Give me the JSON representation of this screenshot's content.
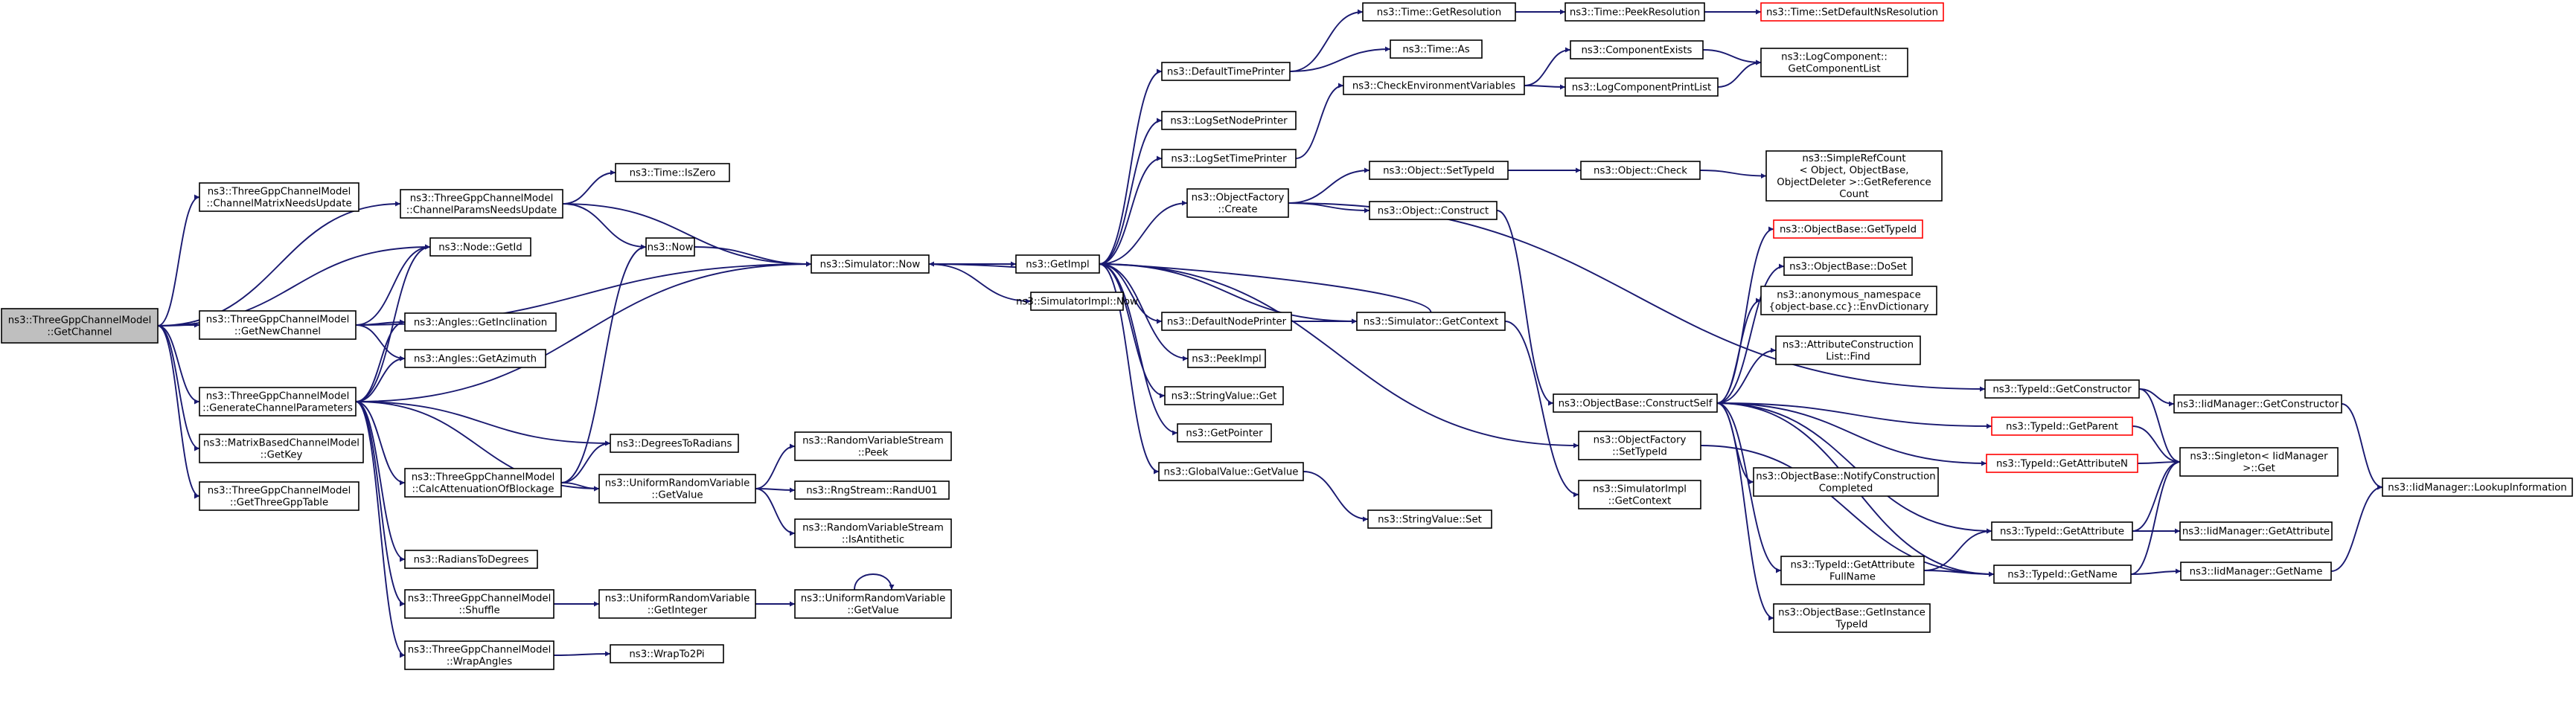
{
  "colors": {
    "edge": "#191970",
    "node_border": "#000000",
    "node_fill": "#ffffff",
    "root_fill": "#bfbfbf",
    "truncated_border": "#ff0000"
  },
  "diagram": {
    "type": "call-graph",
    "root": "n_getchannel",
    "nodes": [
      {
        "id": "n_getchannel",
        "lines": [
          "ns3::ThreeGppChannelModel",
          "::GetChannel"
        ],
        "style": "root"
      },
      {
        "id": "n_chmatrix",
        "lines": [
          "ns3::ThreeGppChannelModel",
          "::ChannelMatrixNeedsUpdate"
        ]
      },
      {
        "id": "n_chparams",
        "lines": [
          "ns3::ThreeGppChannelModel",
          "::ChannelParamsNeedsUpdate"
        ]
      },
      {
        "id": "n_iszero",
        "lines": [
          "ns3::Time::IsZero"
        ]
      },
      {
        "id": "n_nodegetid",
        "lines": [
          "ns3::Node::GetId"
        ]
      },
      {
        "id": "n_now",
        "lines": [
          "ns3::Now"
        ]
      },
      {
        "id": "n_simnow",
        "lines": [
          "ns3::Simulator::Now"
        ]
      },
      {
        "id": "n_getnewchannel",
        "lines": [
          "ns3::ThreeGppChannelModel",
          "::GetNewChannel"
        ]
      },
      {
        "id": "n_getincl",
        "lines": [
          "ns3::Angles::GetInclination"
        ]
      },
      {
        "id": "n_getazim",
        "lines": [
          "ns3::Angles::GetAzimuth"
        ]
      },
      {
        "id": "n_genparams",
        "lines": [
          "ns3::ThreeGppChannelModel",
          "::GenerateChannelParameters"
        ]
      },
      {
        "id": "n_getkey",
        "lines": [
          "ns3::MatrixBasedChannelModel",
          "::GetKey"
        ]
      },
      {
        "id": "n_getthreegpp",
        "lines": [
          "ns3::ThreeGppChannelModel",
          "::GetThreeGppTable"
        ]
      },
      {
        "id": "n_deg2rad",
        "lines": [
          "ns3::DegreesToRadians"
        ]
      },
      {
        "id": "n_calcatten",
        "lines": [
          "ns3::ThreeGppChannelModel",
          "::CalcAttenuationOfBlockage"
        ]
      },
      {
        "id": "n_rad2deg",
        "lines": [
          "ns3::RadiansToDegrees"
        ]
      },
      {
        "id": "n_shuffle",
        "lines": [
          "ns3::ThreeGppChannelModel",
          "::Shuffle"
        ]
      },
      {
        "id": "n_wrapangles",
        "lines": [
          "ns3::ThreeGppChannelModel",
          "::WrapAngles"
        ]
      },
      {
        "id": "n_urvgetvalue",
        "lines": [
          "ns3::UniformRandomVariable",
          "::GetValue"
        ]
      },
      {
        "id": "n_peek",
        "lines": [
          "ns3::RandomVariableStream",
          "::Peek"
        ]
      },
      {
        "id": "n_randu01",
        "lines": [
          "ns3::RngStream::RandU01"
        ]
      },
      {
        "id": "n_isanti",
        "lines": [
          "ns3::RandomVariableStream",
          "::IsAntithetic"
        ]
      },
      {
        "id": "n_urvgetint",
        "lines": [
          "ns3::UniformRandomVariable",
          "::GetInteger"
        ]
      },
      {
        "id": "n_urvgetvalue2",
        "lines": [
          "ns3::UniformRandomVariable",
          "::GetValue"
        ]
      },
      {
        "id": "n_wrapto2pi",
        "lines": [
          "ns3::WrapTo2Pi"
        ]
      },
      {
        "id": "n_getimpl",
        "lines": [
          "ns3::GetImpl"
        ]
      },
      {
        "id": "n_simimplnow",
        "lines": [
          "ns3::SimulatorImpl::Now"
        ]
      },
      {
        "id": "n_deftimeprinter",
        "lines": [
          "ns3::DefaultTimePrinter"
        ]
      },
      {
        "id": "n_logsetnode",
        "lines": [
          "ns3::LogSetNodePrinter"
        ]
      },
      {
        "id": "n_logsettime",
        "lines": [
          "ns3::LogSetTimePrinter"
        ]
      },
      {
        "id": "n_objfactcreate",
        "lines": [
          "ns3::ObjectFactory",
          "::Create"
        ]
      },
      {
        "id": "n_defnodeprinter",
        "lines": [
          "ns3::DefaultNodePrinter"
        ]
      },
      {
        "id": "n_peekimpl",
        "lines": [
          "ns3::PeekImpl"
        ]
      },
      {
        "id": "n_strvalget",
        "lines": [
          "ns3::StringValue::Get"
        ]
      },
      {
        "id": "n_getpointer",
        "lines": [
          "ns3::GetPointer"
        ]
      },
      {
        "id": "n_gvgetvalue",
        "lines": [
          "ns3::GlobalValue::GetValue"
        ]
      },
      {
        "id": "n_timegetres",
        "lines": [
          "ns3::Time::GetResolution"
        ]
      },
      {
        "id": "n_timeas",
        "lines": [
          "ns3::Time::As"
        ]
      },
      {
        "id": "n_checkenv",
        "lines": [
          "ns3::CheckEnvironmentVariables"
        ]
      },
      {
        "id": "n_objsettypeid",
        "lines": [
          "ns3::Object::SetTypeId"
        ]
      },
      {
        "id": "n_objconstruct",
        "lines": [
          "ns3::Object::Construct"
        ]
      },
      {
        "id": "n_simgetcontext",
        "lines": [
          "ns3::Simulator::GetContext"
        ]
      },
      {
        "id": "n_strvalset",
        "lines": [
          "ns3::StringValue::Set"
        ]
      },
      {
        "id": "n_timepeekres",
        "lines": [
          "ns3::Time::PeekResolution"
        ]
      },
      {
        "id": "n_timesetdef",
        "lines": [
          "ns3::Time::SetDefaultNsResolution"
        ],
        "style": "truncated"
      },
      {
        "id": "n_compexists",
        "lines": [
          "ns3::ComponentExists"
        ]
      },
      {
        "id": "n_logcompprint",
        "lines": [
          "ns3::LogComponentPrintList"
        ]
      },
      {
        "id": "n_logcompget",
        "lines": [
          "ns3::LogComponent::",
          "GetComponentList"
        ]
      },
      {
        "id": "n_objcheck",
        "lines": [
          "ns3::Object::Check"
        ]
      },
      {
        "id": "n_simplerefcount",
        "lines": [
          "ns3::SimpleRefCount",
          "< Object, ObjectBase,",
          "ObjectDeleter >::GetReference",
          "Count"
        ]
      },
      {
        "id": "n_objbaseconstructself",
        "lines": [
          "ns3::ObjectBase::ConstructSelf"
        ]
      },
      {
        "id": "n_objbasegettypeid",
        "lines": [
          "ns3::ObjectBase::GetTypeId"
        ],
        "style": "truncated"
      },
      {
        "id": "n_objbasedoset",
        "lines": [
          "ns3::ObjectBase::DoSet"
        ]
      },
      {
        "id": "n_envdict",
        "lines": [
          "ns3::anonymous_namespace",
          "{object-base.cc}::EnvDictionary"
        ]
      },
      {
        "id": "n_attrconstrfind",
        "lines": [
          "ns3::AttributeConstruction",
          "List::Find"
        ]
      },
      {
        "id": "n_objfactsettypeid",
        "lines": [
          "ns3::ObjectFactory",
          "::SetTypeId"
        ]
      },
      {
        "id": "n_simimplgetctx",
        "lines": [
          "ns3::SimulatorImpl",
          "::GetContext"
        ]
      },
      {
        "id": "n_notifyconstr",
        "lines": [
          "ns3::ObjectBase::NotifyConstruction",
          "Completed"
        ]
      },
      {
        "id": "n_typeidgetattrfull",
        "lines": [
          "ns3::TypeId::GetAttribute",
          "FullName"
        ]
      },
      {
        "id": "n_objbasegetinst",
        "lines": [
          "ns3::ObjectBase::GetInstance",
          "TypeId"
        ]
      },
      {
        "id": "n_typeidgetconstructor",
        "lines": [
          "ns3::TypeId::GetConstructor"
        ]
      },
      {
        "id": "n_typeidgetparent",
        "lines": [
          "ns3::TypeId::GetParent"
        ],
        "style": "truncated"
      },
      {
        "id": "n_typeidgetattrn",
        "lines": [
          "ns3::TypeId::GetAttributeN"
        ],
        "style": "truncated"
      },
      {
        "id": "n_typeidgetattr",
        "lines": [
          "ns3::TypeId::GetAttribute"
        ]
      },
      {
        "id": "n_typeidgetname",
        "lines": [
          "ns3::TypeId::GetName"
        ]
      },
      {
        "id": "n_iidmgetconstructor",
        "lines": [
          "ns3::IidManager::GetConstructor"
        ]
      },
      {
        "id": "n_singletonget",
        "lines": [
          "ns3::Singleton< IidManager",
          ">::Get"
        ]
      },
      {
        "id": "n_iidmgetattr",
        "lines": [
          "ns3::IidManager::GetAttribute"
        ]
      },
      {
        "id": "n_iidmgetname",
        "lines": [
          "ns3::IidManager::GetName"
        ]
      },
      {
        "id": "n_iidmlookup",
        "lines": [
          "ns3::IidManager::LookupInformation"
        ]
      }
    ],
    "edges": [
      [
        "n_getchannel",
        "n_chmatrix"
      ],
      [
        "n_getchannel",
        "n_chparams"
      ],
      [
        "n_getchannel",
        "n_nodegetid"
      ],
      [
        "n_getchannel",
        "n_getnewchannel"
      ],
      [
        "n_getchannel",
        "n_genparams"
      ],
      [
        "n_getchannel",
        "n_getkey"
      ],
      [
        "n_getchannel",
        "n_getthreegpp"
      ],
      [
        "n_chparams",
        "n_iszero"
      ],
      [
        "n_chparams",
        "n_now"
      ],
      [
        "n_chparams",
        "n_simnow"
      ],
      [
        "n_getnewchannel",
        "n_nodegetid"
      ],
      [
        "n_getnewchannel",
        "n_simnow"
      ],
      [
        "n_getnewchannel",
        "n_getincl"
      ],
      [
        "n_getnewchannel",
        "n_getazim"
      ],
      [
        "n_genparams",
        "n_nodegetid"
      ],
      [
        "n_genparams",
        "n_getincl"
      ],
      [
        "n_genparams",
        "n_getazim"
      ],
      [
        "n_genparams",
        "n_simnow"
      ],
      [
        "n_genparams",
        "n_deg2rad"
      ],
      [
        "n_genparams",
        "n_calcatten"
      ],
      [
        "n_genparams",
        "n_urvgetvalue"
      ],
      [
        "n_genparams",
        "n_rad2deg"
      ],
      [
        "n_genparams",
        "n_shuffle"
      ],
      [
        "n_genparams",
        "n_wrapangles"
      ],
      [
        "n_calcatten",
        "n_now"
      ],
      [
        "n_calcatten",
        "n_deg2rad"
      ],
      [
        "n_calcatten",
        "n_urvgetvalue"
      ],
      [
        "n_now",
        "n_simnow"
      ],
      [
        "n_shuffle",
        "n_urvgetint"
      ],
      [
        "n_urvgetint",
        "n_urvgetvalue2"
      ],
      [
        "n_urvgetvalue2",
        "n_urvgetvalue2"
      ],
      [
        "n_wrapangles",
        "n_wrapto2pi"
      ],
      [
        "n_urvgetvalue",
        "n_peek"
      ],
      [
        "n_urvgetvalue",
        "n_randu01"
      ],
      [
        "n_urvgetvalue",
        "n_isanti"
      ],
      [
        "n_simnow",
        "n_getimpl"
      ],
      [
        "n_simnow",
        "n_simimplnow"
      ],
      [
        "n_getimpl",
        "n_simnow"
      ],
      [
        "n_getimpl",
        "n_deftimeprinter"
      ],
      [
        "n_getimpl",
        "n_logsetnode"
      ],
      [
        "n_getimpl",
        "n_logsettime"
      ],
      [
        "n_getimpl",
        "n_objfactcreate"
      ],
      [
        "n_getimpl",
        "n_defnodeprinter"
      ],
      [
        "n_getimpl",
        "n_peekimpl"
      ],
      [
        "n_getimpl",
        "n_strvalget"
      ],
      [
        "n_getimpl",
        "n_getpointer"
      ],
      [
        "n_getimpl",
        "n_gvgetvalue"
      ],
      [
        "n_getimpl",
        "n_simgetcontext"
      ],
      [
        "n_getimpl",
        "n_objfactsettypeid"
      ],
      [
        "n_deftimeprinter",
        "n_timegetres"
      ],
      [
        "n_deftimeprinter",
        "n_timeas"
      ],
      [
        "n_logsettime",
        "n_checkenv"
      ],
      [
        "n_objfactcreate",
        "n_objsettypeid"
      ],
      [
        "n_objfactcreate",
        "n_objconstruct"
      ],
      [
        "n_objfactcreate",
        "n_typeidgetconstructor"
      ],
      [
        "n_defnodeprinter",
        "n_simgetcontext"
      ],
      [
        "n_gvgetvalue",
        "n_strvalset"
      ],
      [
        "n_simgetcontext",
        "n_getimpl"
      ],
      [
        "n_simgetcontext",
        "n_simimplgetctx"
      ],
      [
        "n_timegetres",
        "n_timepeekres"
      ],
      [
        "n_timepeekres",
        "n_timesetdef"
      ],
      [
        "n_checkenv",
        "n_compexists"
      ],
      [
        "n_checkenv",
        "n_logcompprint"
      ],
      [
        "n_compexists",
        "n_logcompget"
      ],
      [
        "n_logcompprint",
        "n_logcompget"
      ],
      [
        "n_objsettypeid",
        "n_objcheck"
      ],
      [
        "n_objcheck",
        "n_simplerefcount"
      ],
      [
        "n_objconstruct",
        "n_objbaseconstructself"
      ],
      [
        "n_objbaseconstructself",
        "n_objbasegettypeid"
      ],
      [
        "n_objbaseconstructself",
        "n_objbasedoset"
      ],
      [
        "n_objbaseconstructself",
        "n_envdict"
      ],
      [
        "n_objbaseconstructself",
        "n_attrconstrfind"
      ],
      [
        "n_objbaseconstructself",
        "n_notifyconstr"
      ],
      [
        "n_objbaseconstructself",
        "n_typeidgetattrfull"
      ],
      [
        "n_objbaseconstructself",
        "n_objbasegetinst"
      ],
      [
        "n_objbaseconstructself",
        "n_typeidgetparent"
      ],
      [
        "n_objbaseconstructself",
        "n_typeidgetattrn"
      ],
      [
        "n_objbaseconstructself",
        "n_typeidgetattr"
      ],
      [
        "n_objbaseconstructself",
        "n_typeidgetname"
      ],
      [
        "n_objfactsettypeid",
        "n_typeidgetname"
      ],
      [
        "n_typeidgetattrfull",
        "n_typeidgetattr"
      ],
      [
        "n_typeidgetattrfull",
        "n_typeidgetname"
      ],
      [
        "n_typeidgetconstructor",
        "n_iidmgetconstructor"
      ],
      [
        "n_typeidgetconstructor",
        "n_singletonget"
      ],
      [
        "n_typeidgetparent",
        "n_singletonget"
      ],
      [
        "n_typeidgetattrn",
        "n_singletonget"
      ],
      [
        "n_typeidgetattr",
        "n_singletonget"
      ],
      [
        "n_typeidgetattr",
        "n_iidmgetattr"
      ],
      [
        "n_typeidgetname",
        "n_singletonget"
      ],
      [
        "n_typeidgetname",
        "n_iidmgetname"
      ],
      [
        "n_iidmgetconstructor",
        "n_iidmlookup"
      ],
      [
        "n_iidmgetname",
        "n_iidmlookup"
      ]
    ]
  }
}
